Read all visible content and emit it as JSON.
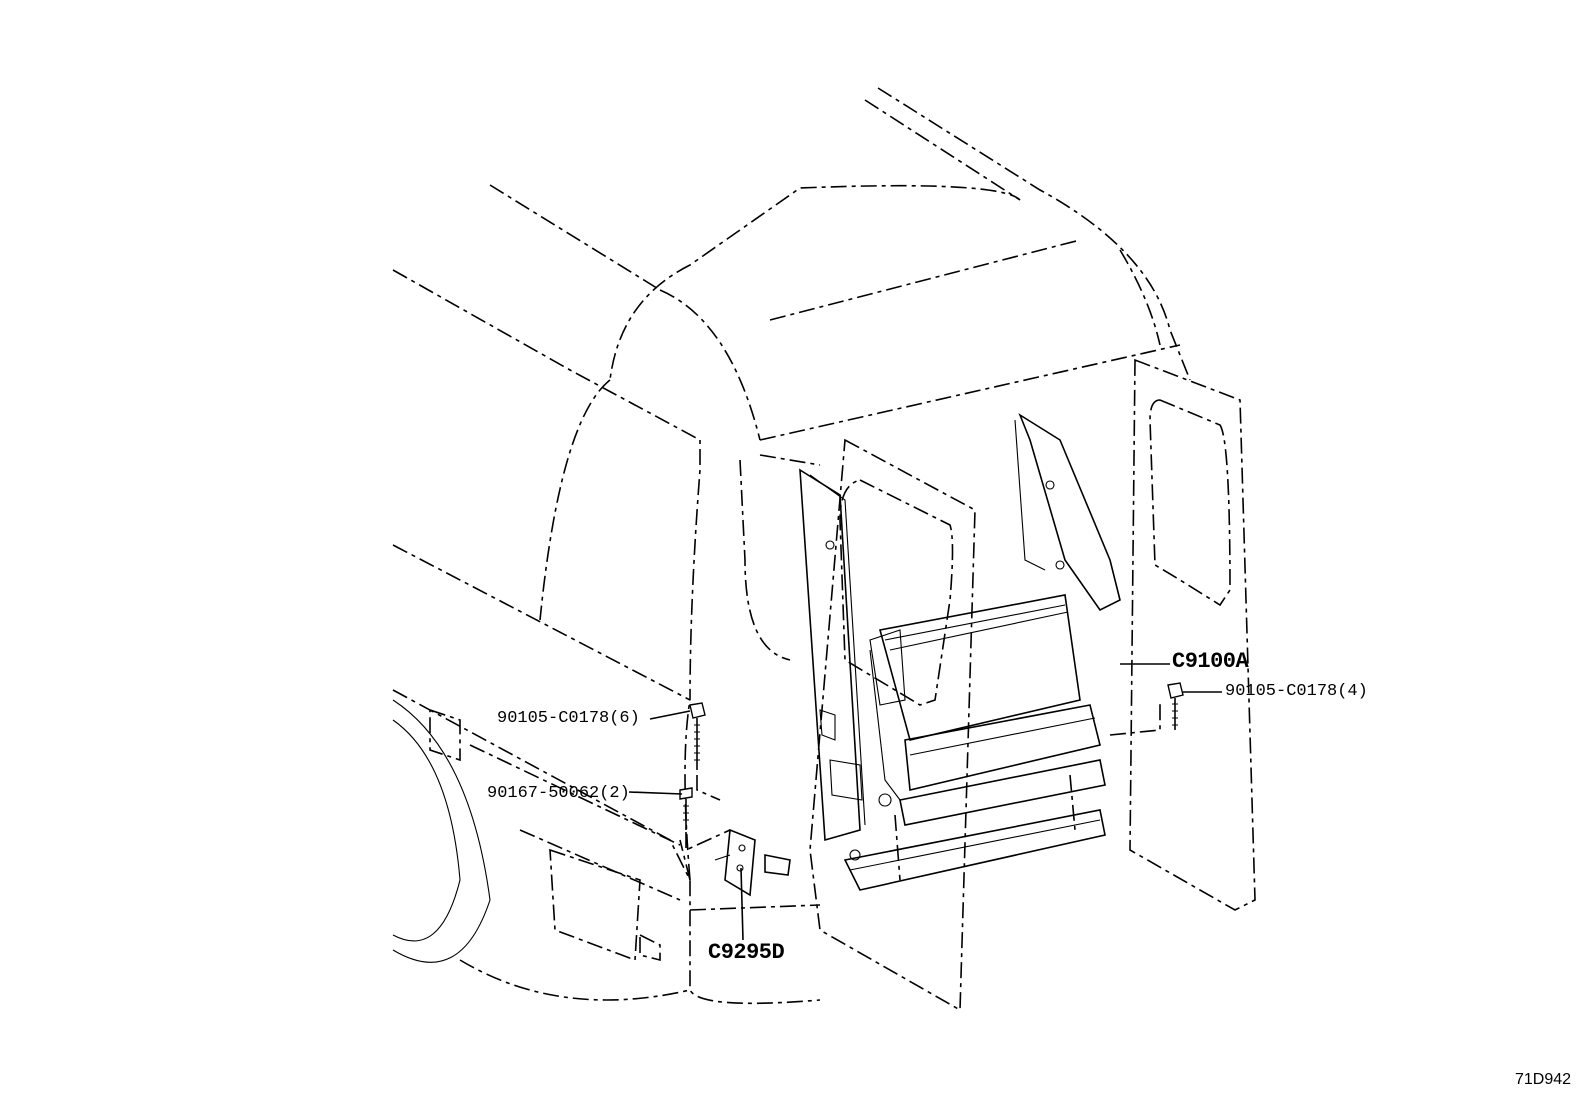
{
  "labels": {
    "c9100a": "C9100A",
    "c9295d": "C9295D",
    "bolt_right": "90105-C0178(4)",
    "bolt_left": "90105-C0178(6)",
    "screw_left": "90167-50062(2)"
  },
  "figure_code": "71D942"
}
